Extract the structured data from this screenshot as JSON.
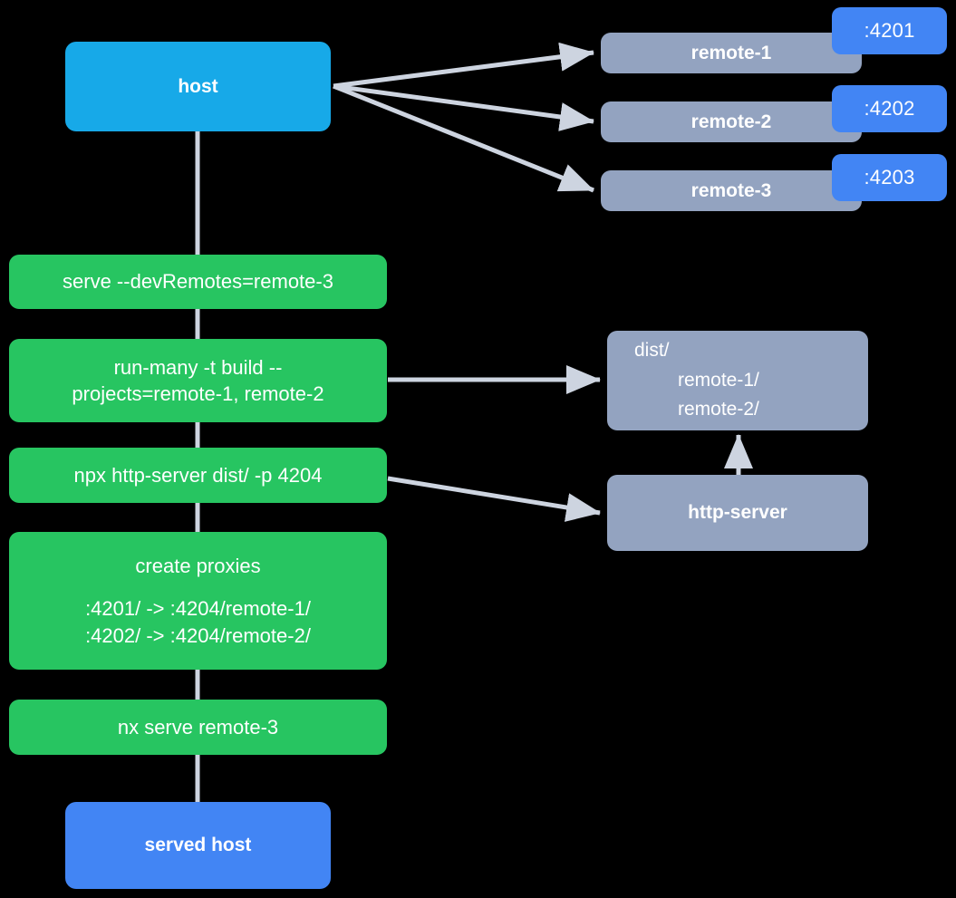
{
  "diagram": {
    "title": "Nx module federation host and remotes serve flow",
    "background": "#000000",
    "colors": {
      "host": "#17A9E8",
      "served_host": "#4285F4",
      "command": "#27C561",
      "remote": "#93A3C0",
      "badge": "#4285F4",
      "edge": "#CDD4E0",
      "text": "#FFFFFF"
    },
    "nodes": {
      "host": {
        "label": "host"
      },
      "served_host": {
        "label": "served host"
      },
      "remotes": [
        {
          "label": "remote-1",
          "port": ":4201"
        },
        {
          "label": "remote-2",
          "port": ":4202"
        },
        {
          "label": "remote-3",
          "port": ":4203"
        }
      ],
      "dist": {
        "lines": [
          "dist/",
          "remote-1/",
          "remote-2/"
        ]
      },
      "http_server": {
        "label": "http-server"
      },
      "commands": [
        {
          "id": "serve-dev-remotes",
          "lines": [
            "serve --devRemotes=remote-3"
          ]
        },
        {
          "id": "run-many-build",
          "lines": [
            "run-many -t build --",
            "projects=remote-1, remote-2"
          ]
        },
        {
          "id": "npx-http-server",
          "lines": [
            "npx http-server dist/ -p 4204"
          ]
        },
        {
          "id": "create-proxies",
          "lines": [
            "create proxies",
            ":4201/ -> :4204/remote-1/",
            ":4202/ -> :4204/remote-2/"
          ]
        },
        {
          "id": "nx-serve-remote-3",
          "lines": [
            "nx serve remote-3"
          ]
        }
      ]
    },
    "edges": [
      {
        "from": "host",
        "to": "remote-1"
      },
      {
        "from": "host",
        "to": "remote-2"
      },
      {
        "from": "host",
        "to": "remote-3"
      },
      {
        "from": "run-many-build",
        "to": "dist"
      },
      {
        "from": "npx-http-server",
        "to": "http-server"
      },
      {
        "from": "http-server",
        "to": "dist"
      },
      {
        "from": "host",
        "to": "served-host-chain"
      }
    ]
  }
}
